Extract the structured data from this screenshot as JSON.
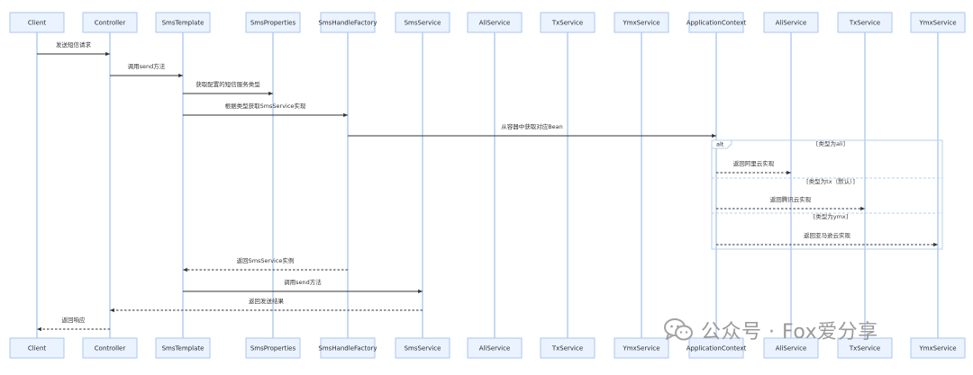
{
  "diagram": {
    "type": "sequence",
    "colors": {
      "participant_fill": "#eaf3ff",
      "participant_border": "#a9c7ef",
      "lifeline": "#8fb6ea",
      "arrow": "#333333",
      "frame": "#b4d0f2",
      "watermark": "#9a9a9a"
    },
    "participants": [
      "Client",
      "Controller",
      "SmsTemplate",
      "SmsProperties",
      "SmsHandleFactory",
      "SmsService",
      "AliService",
      "TxService",
      "YmxService",
      "ApplicationContext",
      "AliService",
      "TxService",
      "YmxService"
    ],
    "messages": [
      {
        "from": 0,
        "to": 1,
        "label": "发送短信请求",
        "style": "solid"
      },
      {
        "from": 1,
        "to": 2,
        "label": "调用send方法",
        "style": "solid"
      },
      {
        "from": 2,
        "to": 3,
        "label": "获取配置的短信服务类型",
        "style": "solid"
      },
      {
        "from": 2,
        "to": 4,
        "label": "根据类型获取SmsService实现",
        "style": "solid"
      },
      {
        "from": 4,
        "to": 9,
        "label": "从容器中获取对应Bean",
        "style": "solid"
      },
      {
        "from": 9,
        "to": 10,
        "label": "返回阿里云实现",
        "style": "dashed"
      },
      {
        "from": 9,
        "to": 11,
        "label": "返回腾讯云实现",
        "style": "dashed"
      },
      {
        "from": 9,
        "to": 12,
        "label": "返回亚马逊云实现",
        "style": "dashed"
      },
      {
        "from": 4,
        "to": 2,
        "label": "返回SmsService实例",
        "style": "dashed"
      },
      {
        "from": 2,
        "to": 5,
        "label": "调用send方法",
        "style": "solid"
      },
      {
        "from": 5,
        "to": 1,
        "label": "返回发送结果",
        "style": "dashed"
      },
      {
        "from": 1,
        "to": 0,
        "label": "返回响应",
        "style": "dashed"
      }
    ],
    "alt_frame": {
      "tag": "alt",
      "guards": [
        "[类型为ali]",
        "[类型为tx（默认）]",
        "[类型为ymx]"
      ]
    }
  },
  "watermark": {
    "text": "公众号 · Fox爱分享",
    "icon": "wechat-icon"
  }
}
